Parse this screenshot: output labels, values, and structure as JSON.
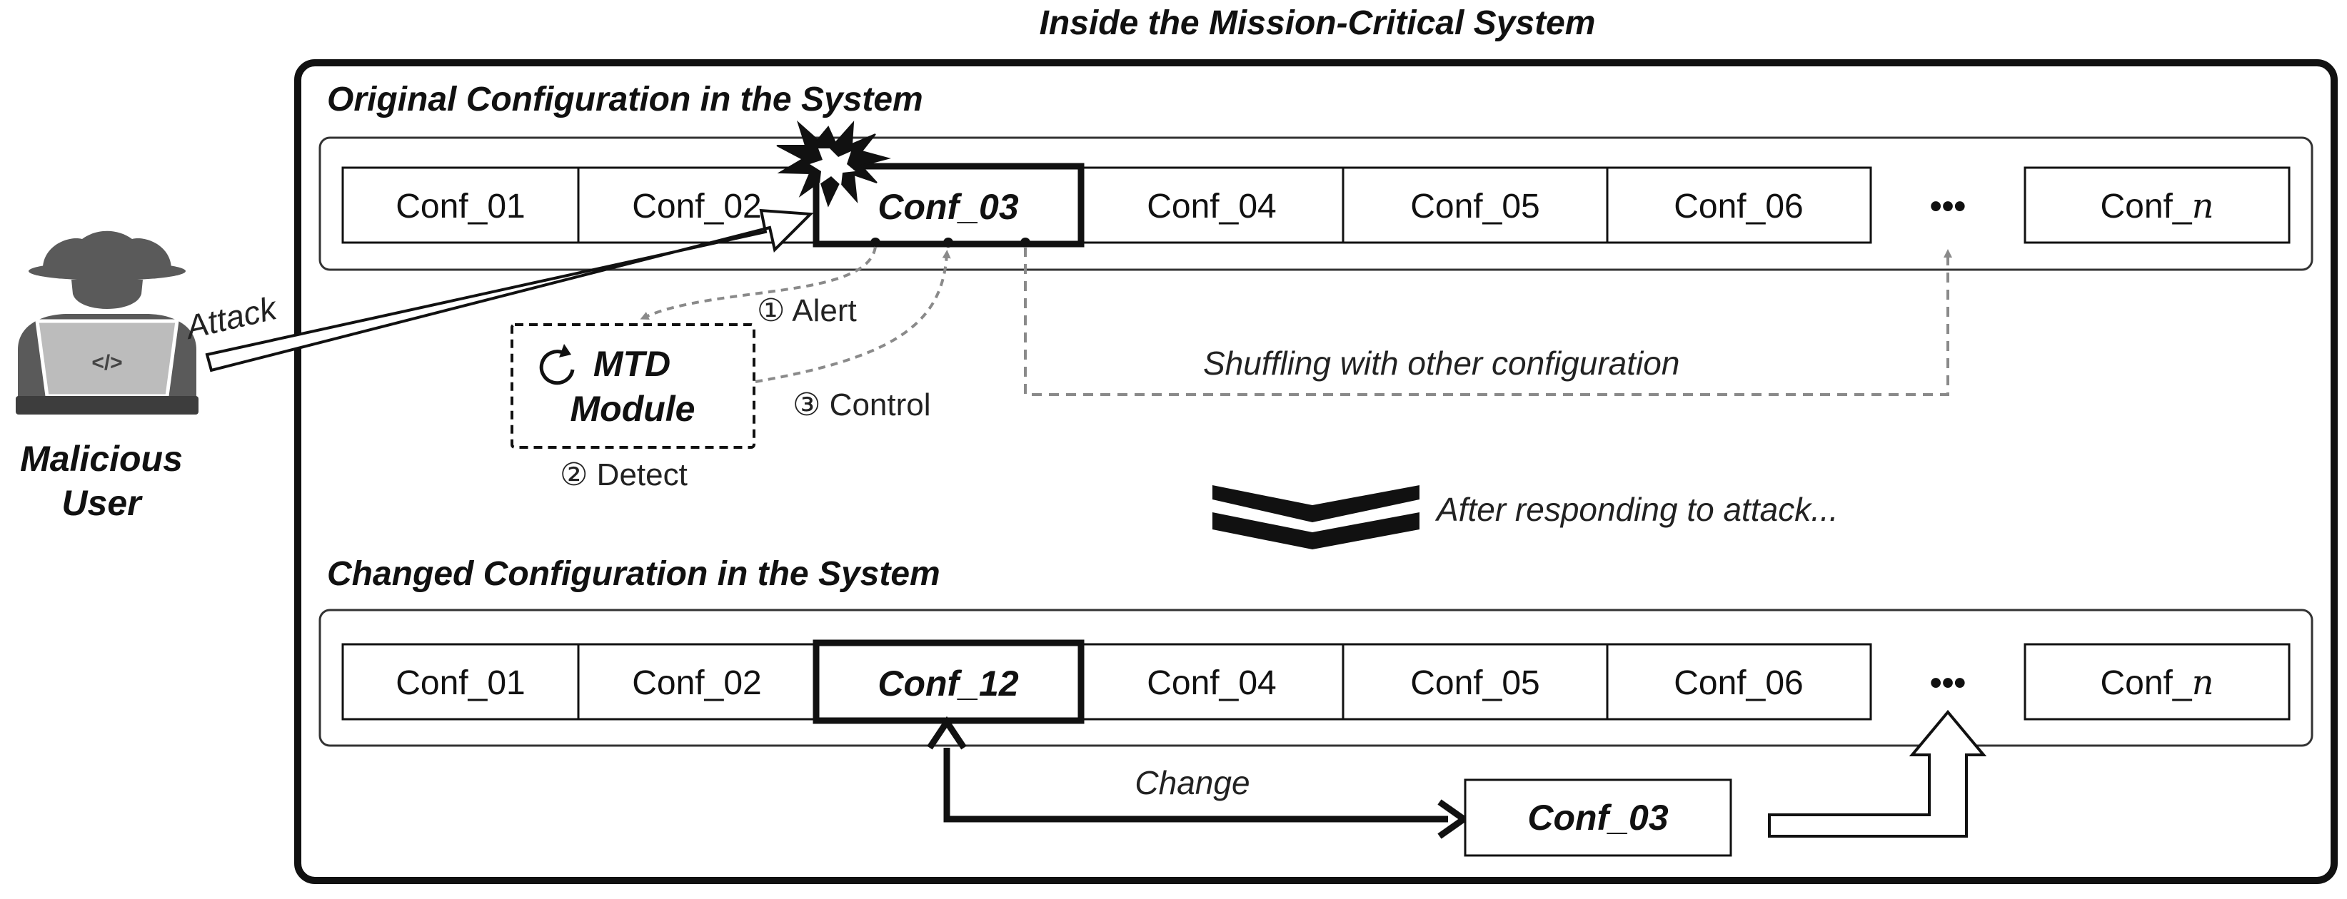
{
  "header": {
    "title": "Inside the Mission-Critical System"
  },
  "original": {
    "title": "Original Configuration in the System",
    "cells": [
      "Conf_01",
      "Conf_02",
      "Conf_03",
      "Conf_04",
      "Conf_05",
      "Conf_06"
    ],
    "ellipsis": "•••",
    "last": {
      "prefix": "Conf_",
      "var": "n"
    }
  },
  "changed": {
    "title": "Changed Configuration in the System",
    "cells": [
      "Conf_01",
      "Conf_02",
      "Conf_12",
      "Conf_04",
      "Conf_05",
      "Conf_06"
    ],
    "ellipsis": "•••",
    "last": {
      "prefix": "Conf_",
      "var": "n"
    }
  },
  "attacker": {
    "attack_label": "Attack",
    "name_line1": "Malicious",
    "name_line2": "User",
    "laptop_glyph": "</>"
  },
  "mtd": {
    "line1": "MTD",
    "line2": "Module",
    "alert": "① Alert",
    "detect": "② Detect",
    "control": "③ Control"
  },
  "shuffle_label": "Shuffling with other configuration",
  "transition_label": "After responding to attack...",
  "change": {
    "label": "Change",
    "moved_box": "Conf_03"
  },
  "colors": {
    "line": "#111111",
    "dashed": "#8a8a8a",
    "icon": "#5a5a5a"
  }
}
